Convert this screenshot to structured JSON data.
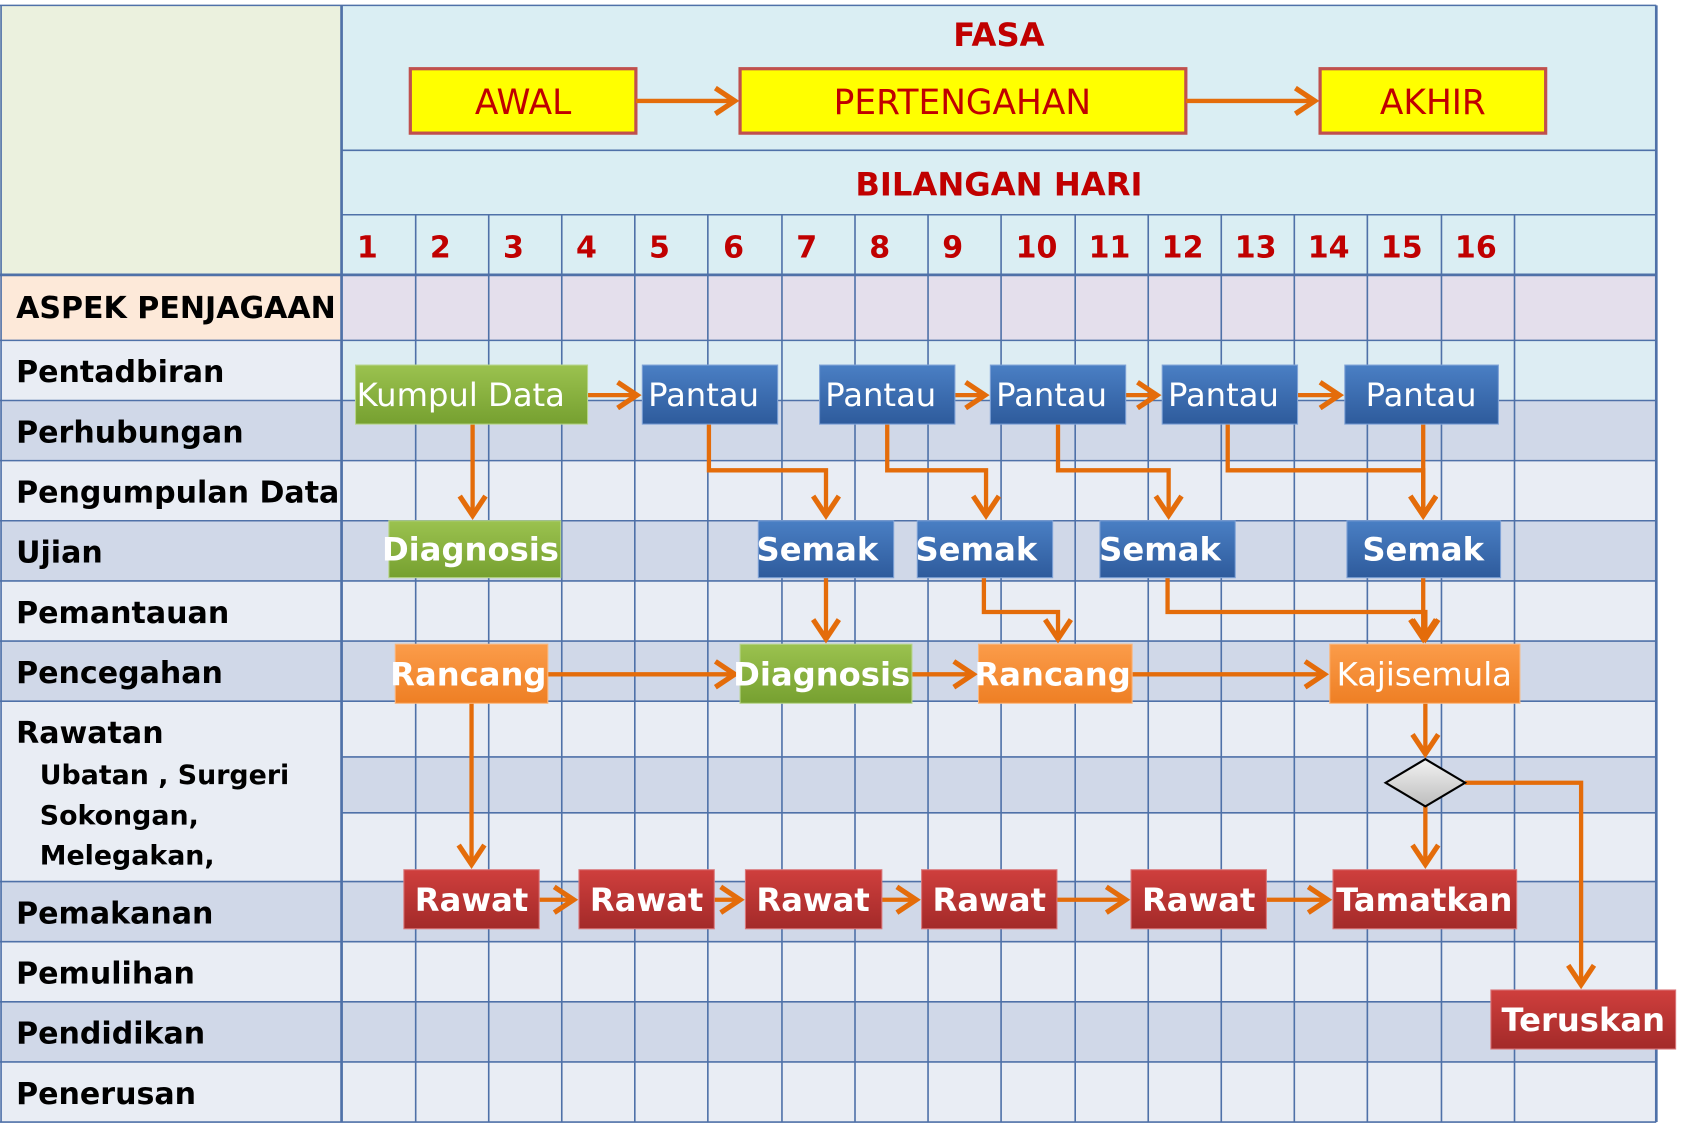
{
  "header": {
    "fasa": "FASA",
    "bilangan_hari": "BILANGAN HARI"
  },
  "phases": [
    "AWAL",
    "PERTENGAHAN",
    "AKHIR"
  ],
  "days": [
    "1",
    "2",
    "3",
    "4",
    "5",
    "6",
    "7",
    "8",
    "9",
    "10",
    "11",
    "12",
    "13",
    "14",
    "15",
    "16"
  ],
  "rows": {
    "aspek": "ASPEK  PENJAGAAN",
    "pentadbiran": "Pentadbiran",
    "perhubungan": "Perhubungan",
    "pengumpulan": "Pengumpulan Data",
    "ujian": "Ujian",
    "pemantauan": "Pemantauan",
    "pencegahan": "Pencegahan",
    "rawatan": "Rawatan",
    "rawatan_sub1": "Ubatan , Surgeri",
    "rawatan_sub2": "Sokongan,",
    "rawatan_sub3": "Melegakan,",
    "pemakanan": "Pemakanan",
    "pemulihan": "Pemulihan",
    "pendidikan": "Pendidikan",
    "penerusan": "Penerusan"
  },
  "boxes": {
    "kumpul_data": "Kumpul Data",
    "pantau": "Pantau",
    "diagnosis": "Diagnosis",
    "semak": "Semak",
    "rancang": "Rancang",
    "kajisemula": "Kajisemula",
    "rawat": "Rawat",
    "tamatkan": "Tamatkan",
    "teruskan": "Teruskan"
  },
  "colors": {
    "arrow": "#e46c0a",
    "green": "#8cb33f",
    "blue": "#3b6db5",
    "orange": "#f7913a",
    "red": "#c0393a",
    "phase_fill": "#ffff00",
    "title_red": "#c00000"
  }
}
